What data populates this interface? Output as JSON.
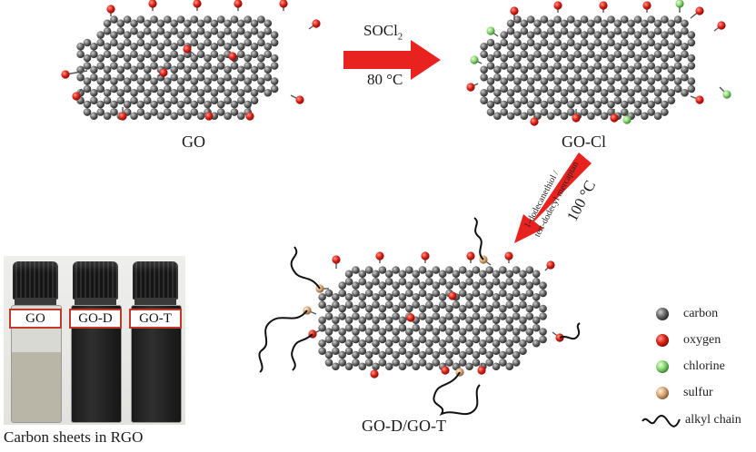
{
  "diagram": {
    "reaction1": {
      "reagent_main": "SOCl",
      "reagent_sub": "2",
      "temperature": "80 °C"
    },
    "reaction2": {
      "reagent_line1": "1-dodecanethiol /",
      "reagent_line2": "tert-dodecyl mercaptan",
      "temperature": "100 °C"
    },
    "products": {
      "go": "GO",
      "go_cl": "GO-Cl",
      "go_d_t": "GO-D/GO-T"
    },
    "photo": {
      "vials": [
        "GO",
        "GO-D",
        "GO-T"
      ],
      "caption": "Carbon sheets in RGO"
    },
    "legend": {
      "items": [
        {
          "label": "carbon",
          "color": "#6b6b6b"
        },
        {
          "label": "oxygen",
          "color": "#e0251b"
        },
        {
          "label": "chlorine",
          "color": "#8fd67a"
        },
        {
          "label": "sulfur",
          "color": "#d9a979"
        },
        {
          "label": "alkyl chain",
          "color": "#111111"
        }
      ]
    }
  }
}
